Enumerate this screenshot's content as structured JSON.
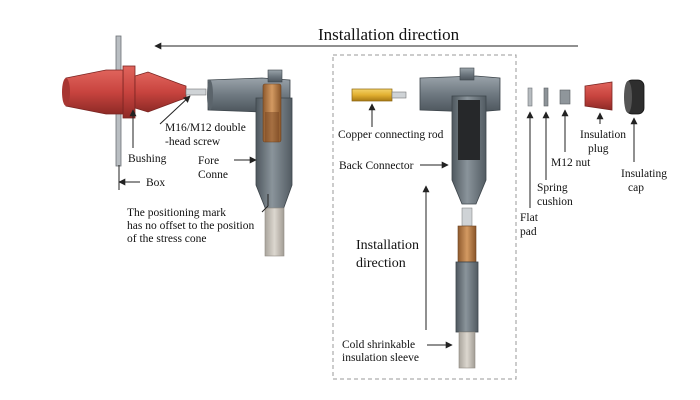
{
  "title": "Installation direction",
  "labels": {
    "bushing": "Bushing",
    "screw_line1": "M16/M12 double",
    "screw_line2": "-head screw",
    "box": "Box",
    "fore_line1": "Fore",
    "fore_line2": "Conne",
    "mark_line1": "The positioning mark",
    "mark_line2": "has no offset to the position",
    "mark_line3": "of the stress cone",
    "copper_rod": "Copper connecting rod",
    "back_connector": "Back Connector",
    "install_line1": "Installation",
    "install_line2": "direction",
    "sleeve_line1": "Cold shrinkable",
    "sleeve_line2": "insulation sleeve",
    "flat_line1": "Flat",
    "flat_line2": "pad",
    "spring_line1": "Spring",
    "spring_line2": "cushion",
    "nut": "M12 nut",
    "plug_line1": "Insulation",
    "plug_line2": "plug",
    "cap_line1": "Insulating",
    "cap_line2": "cap"
  },
  "colors": {
    "bushing": "#c8443f",
    "body_gray": "#707b84",
    "copper": "#b97a46",
    "gold": "#e2b030",
    "cable": "#c9c4bc",
    "dark": "#2a2a2a"
  }
}
